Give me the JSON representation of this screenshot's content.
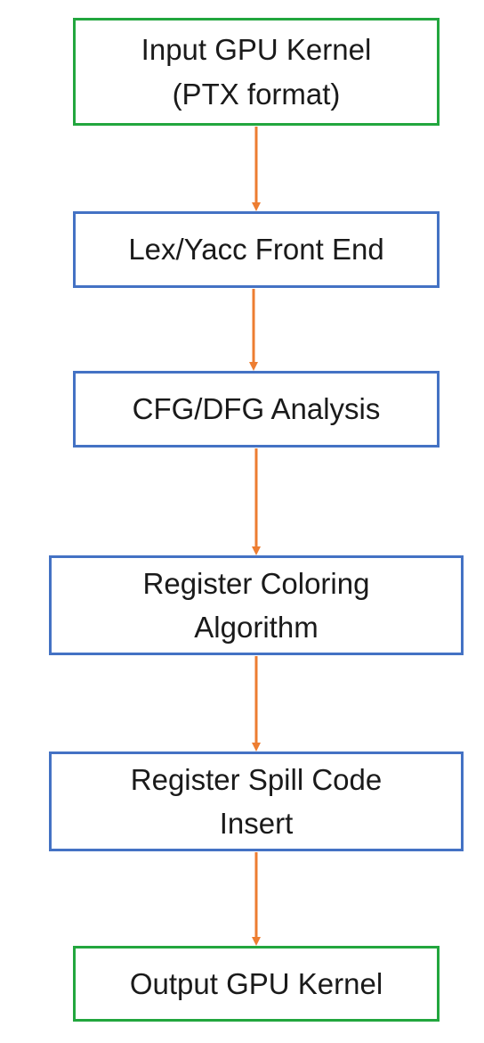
{
  "steps": [
    {
      "lines": [
        "Input GPU Kernel",
        "(PTX format)"
      ],
      "kind": "terminal"
    },
    {
      "lines": [
        "Lex/Yacc Front End"
      ],
      "kind": "process"
    },
    {
      "lines": [
        "CFG/DFG Analysis"
      ],
      "kind": "process"
    },
    {
      "lines": [
        "Register Coloring",
        "Algorithm"
      ],
      "kind": "process"
    },
    {
      "lines": [
        "Register Spill Code",
        "Insert"
      ],
      "kind": "process"
    },
    {
      "lines": [
        "Output GPU Kernel"
      ],
      "kind": "terminal"
    }
  ],
  "colors": {
    "terminal_border": "#22A63E",
    "process_border": "#4472C4",
    "arrow": "#ED7D31",
    "text": "#1a1a1a"
  }
}
